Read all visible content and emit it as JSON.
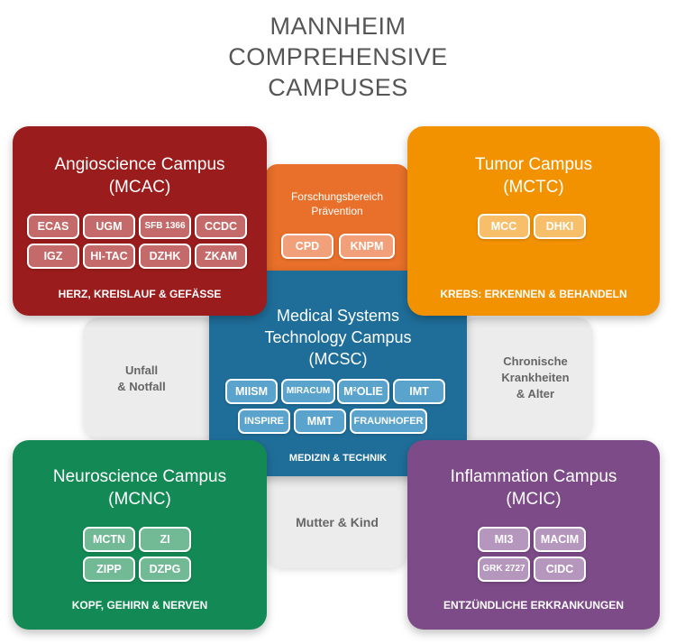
{
  "title": [
    "MANNHEIM",
    "COMPREHENSIVE",
    "CAMPUSES"
  ],
  "colors": {
    "angio": "#9b1c1c",
    "tumor": "#f39200",
    "prevention": "#e8702a",
    "mcsc": "#1f6e9a",
    "neuro": "#138a55",
    "inflammation": "#7c4b88",
    "grey": "#ececec"
  },
  "prevention": {
    "title": [
      "Forschungsbereich",
      "Prävention"
    ],
    "members": [
      "CPD",
      "KNPM"
    ]
  },
  "angio": {
    "title": [
      "Angioscience Campus",
      "(MCAC)"
    ],
    "members": [
      "ECAS",
      "UGM",
      "SFB 1366",
      "CCDC",
      "IGZ",
      "HI-TAC",
      "DZHK",
      "ZKAM"
    ],
    "footer": "HERZ, KREISLAUF & GEFÄSSE"
  },
  "tumor": {
    "title": [
      "Tumor Campus",
      "(MCTC)"
    ],
    "members": [
      "MCC",
      "DHKI"
    ],
    "footer": "KREBS: ERKENNEN & BEHANDELN"
  },
  "mcsc": {
    "title": [
      "Medical Systems",
      "Technology Campus",
      "(MCSC)"
    ],
    "members": [
      "MIISM",
      "MIRACUM",
      "M²OLIE",
      "IMT",
      "INSPIRE",
      "MMT",
      "FRAUNHOFER"
    ],
    "footer": "MEDIZIN & TECHNIK"
  },
  "unfall": [
    "Unfall",
    "& Notfall"
  ],
  "chronisch": [
    "Chronische",
    "Krankheiten",
    "& Alter"
  ],
  "mutter": "Mutter & Kind",
  "neuro": {
    "title": [
      "Neuroscience Campus",
      "(MCNC)"
    ],
    "members": [
      "MCTN",
      "ZI",
      "ZIPP",
      "DZPG"
    ],
    "footer": "KOPF, GEHIRN & NERVEN"
  },
  "inflammation": {
    "title": [
      "Inflammation Campus",
      "(MCIC)"
    ],
    "members": [
      "MI3",
      "MACIM",
      "GRK 2727",
      "CIDC"
    ],
    "footer": "ENTZÜNDLICHE ERKRANKUNGEN"
  }
}
